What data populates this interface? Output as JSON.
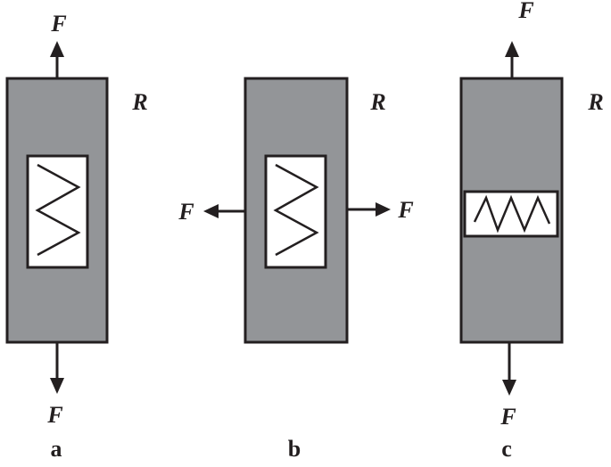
{
  "colors": {
    "block": "#939598",
    "outline": "#231f20",
    "window": "#ffffff"
  },
  "panels": {
    "a": {
      "label": "a",
      "material": "R",
      "force_top": "F",
      "force_bottom": "F"
    },
    "b": {
      "label": "b",
      "material": "R",
      "force_left": "F",
      "force_right": "F"
    },
    "c": {
      "label": "c",
      "material": "R",
      "force_top": "F",
      "force_bottom": "F"
    }
  }
}
